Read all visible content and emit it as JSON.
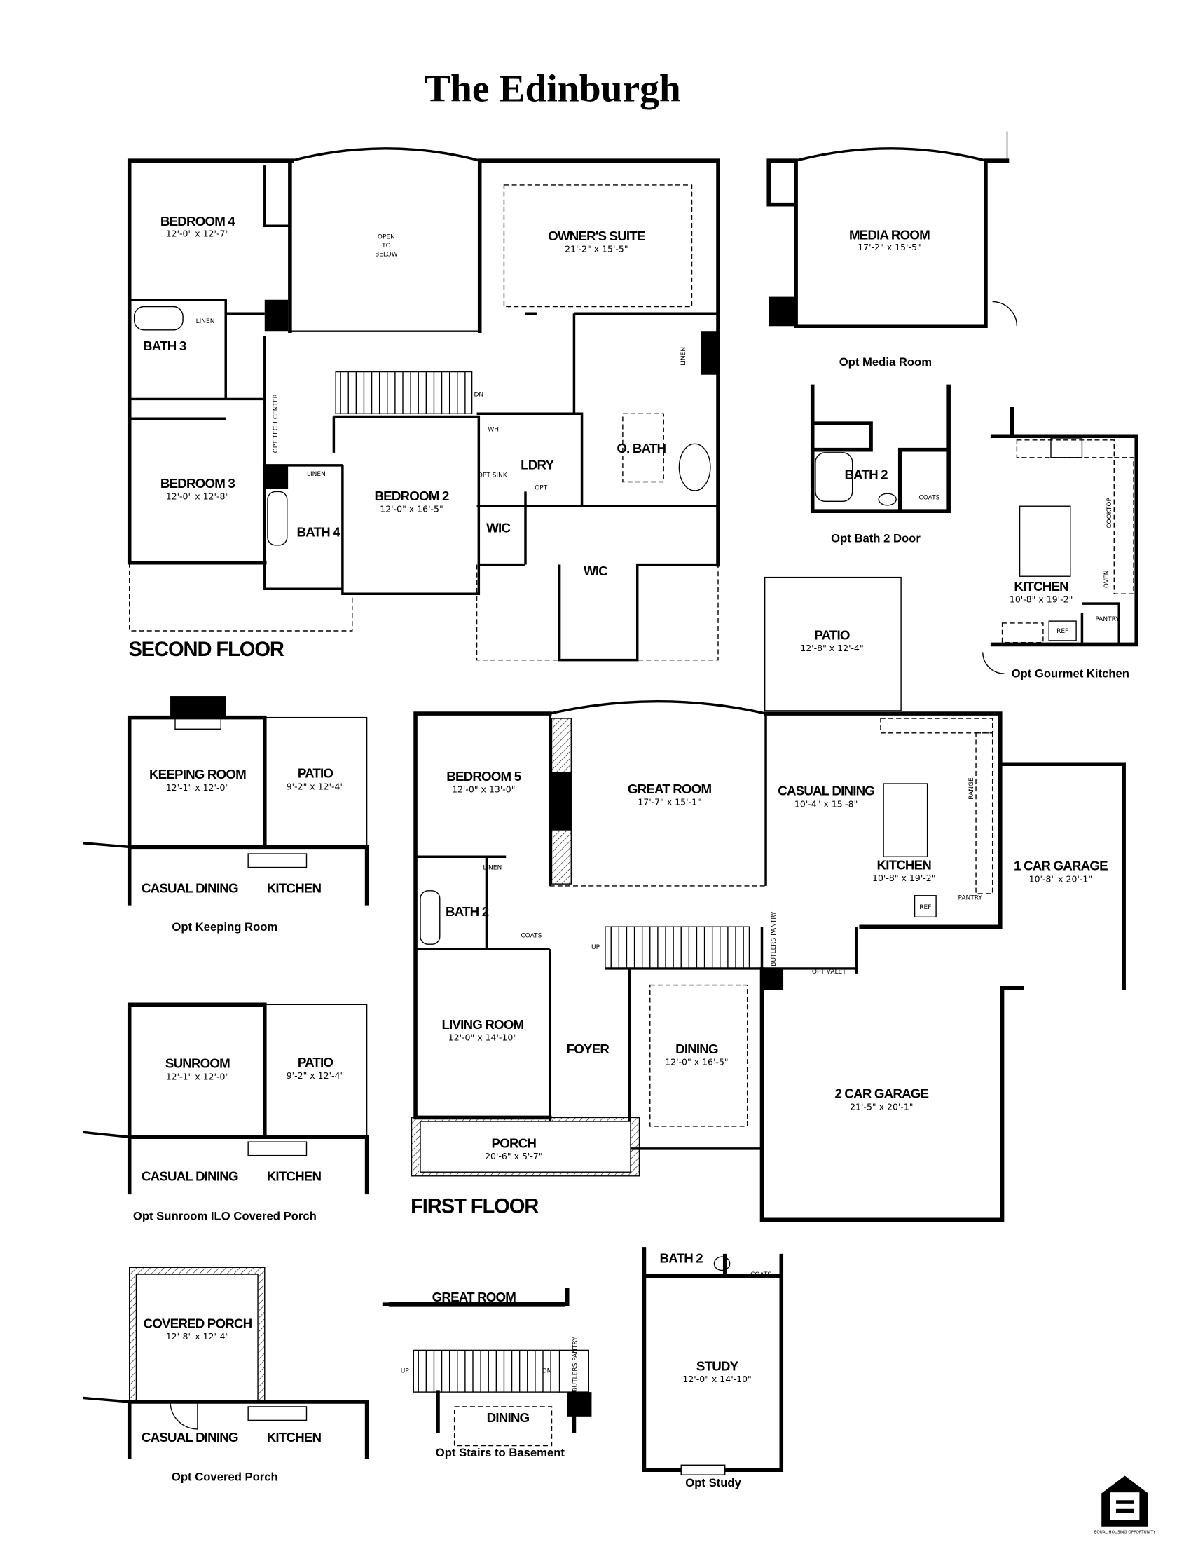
{
  "title": "The Edinburgh",
  "second_floor": {
    "heading": "SECOND FLOOR",
    "rooms": [
      {
        "name": "BEDROOM 4",
        "dims": "12'-0\" x 12'-7\""
      },
      {
        "name": "OWNER'S SUITE",
        "dims": "21'-2\" x 15'-5\""
      },
      {
        "name": "BATH 3"
      },
      {
        "name": "BEDROOM 3",
        "dims": "12'-0\" x 12'-8\""
      },
      {
        "name": "BEDROOM 2",
        "dims": "12'-0\" x 16'-5\""
      },
      {
        "name": "BATH 4"
      },
      {
        "name": "LDRY"
      },
      {
        "name": "O. BATH"
      },
      {
        "name": "WIC"
      },
      {
        "name": "WIC"
      }
    ],
    "notes": {
      "open_to_below": [
        "OPEN",
        "TO",
        "BELOW"
      ],
      "linen": "LINEN",
      "tech_center": "OPT TECH CENTER",
      "dn": "DN",
      "wh": "WH",
      "opt_sink": "OPT SINK",
      "opt": "OPT"
    }
  },
  "opt_media_room": {
    "room": {
      "name": "MEDIA ROOM",
      "dims": "17'-2\" x 15'-5\""
    },
    "caption": "Opt Media Room"
  },
  "opt_bath2_door": {
    "room": {
      "name": "BATH 2"
    },
    "coats": "COATS",
    "caption": "Opt Bath 2 Door"
  },
  "opt_gourmet_kitchen": {
    "room": {
      "name": "KITCHEN",
      "dims": "10'-8\" x 19'-2\""
    },
    "cooktop": "COOKTOP",
    "oven": "OVEN",
    "pantry": "PANTRY",
    "ref": "REF",
    "caption": "Opt Gourmet Kitchen"
  },
  "first_floor": {
    "heading": "FIRST FLOOR",
    "patio": {
      "name": "PATIO",
      "dims": "12'-8\" x 12'-4\""
    },
    "rooms": [
      {
        "name": "BEDROOM 5",
        "dims": "12'-0\" x 13'-0\""
      },
      {
        "name": "GREAT ROOM",
        "dims": "17'-7\" x 15'-1\""
      },
      {
        "name": "CASUAL DINING",
        "dims": "10'-4\" x 15'-8\""
      },
      {
        "name": "KITCHEN",
        "dims": "10'-8\" x 19'-2\""
      },
      {
        "name": "1 CAR GARAGE",
        "dims": "10'-8\" x 20'-1\""
      },
      {
        "name": "BATH 2"
      },
      {
        "name": "LIVING ROOM",
        "dims": "12'-0\" x 14'-10\""
      },
      {
        "name": "FOYER"
      },
      {
        "name": "DINING",
        "dims": "12'-0\" x 16'-5\""
      },
      {
        "name": "PORCH",
        "dims": "20'-6\" x 5'-7\""
      },
      {
        "name": "2 CAR GARAGE",
        "dims": "21'-5\" x 20'-1\""
      }
    ],
    "notes": {
      "linen": "LINEN",
      "coats": "COATS",
      "up": "UP",
      "butlers_pantry": "OPT BUTLERS PANTRY",
      "range": "RANGE",
      "pantry": "PANTRY",
      "ref": "REF",
      "opt_valet": "OPT VALET"
    }
  },
  "opt_keeping_room": {
    "room": {
      "name": "KEEPING ROOM",
      "dims": "12'-1\" x 12'-0\""
    },
    "patio": {
      "name": "PATIO",
      "dims": "9'-2\" x 12'-4\""
    },
    "casual_dining": "CASUAL DINING",
    "kitchen": "KITCHEN",
    "caption": "Opt Keeping Room"
  },
  "opt_sunroom": {
    "room": {
      "name": "SUNROOM",
      "dims": "12'-1\" x 12'-0\""
    },
    "patio": {
      "name": "PATIO",
      "dims": "9'-2\" x 12'-4\""
    },
    "casual_dining": "CASUAL DINING",
    "kitchen": "KITCHEN",
    "caption": "Opt Sunroom ILO Covered Porch"
  },
  "opt_covered_porch": {
    "room": {
      "name": "COVERED PORCH",
      "dims": "12'-8\" x 12'-4\""
    },
    "casual_dining": "CASUAL DINING",
    "kitchen": "KITCHEN",
    "caption": "Opt Covered Porch"
  },
  "opt_stairs_basement": {
    "great_room": "GREAT ROOM",
    "dining": "DINING",
    "up": "UP",
    "dn": "DN",
    "butlers_pantry": "OPT BUTLERS PANTRY",
    "caption": "Opt Stairs to Basement"
  },
  "opt_study": {
    "bath": "BATH 2",
    "coats": "COATS",
    "room": {
      "name": "STUDY",
      "dims": "12'-0\" x 14'-10\""
    },
    "caption": "Opt Study"
  },
  "logo": {
    "text": "EQUAL HOUSING OPPORTUNITY"
  }
}
